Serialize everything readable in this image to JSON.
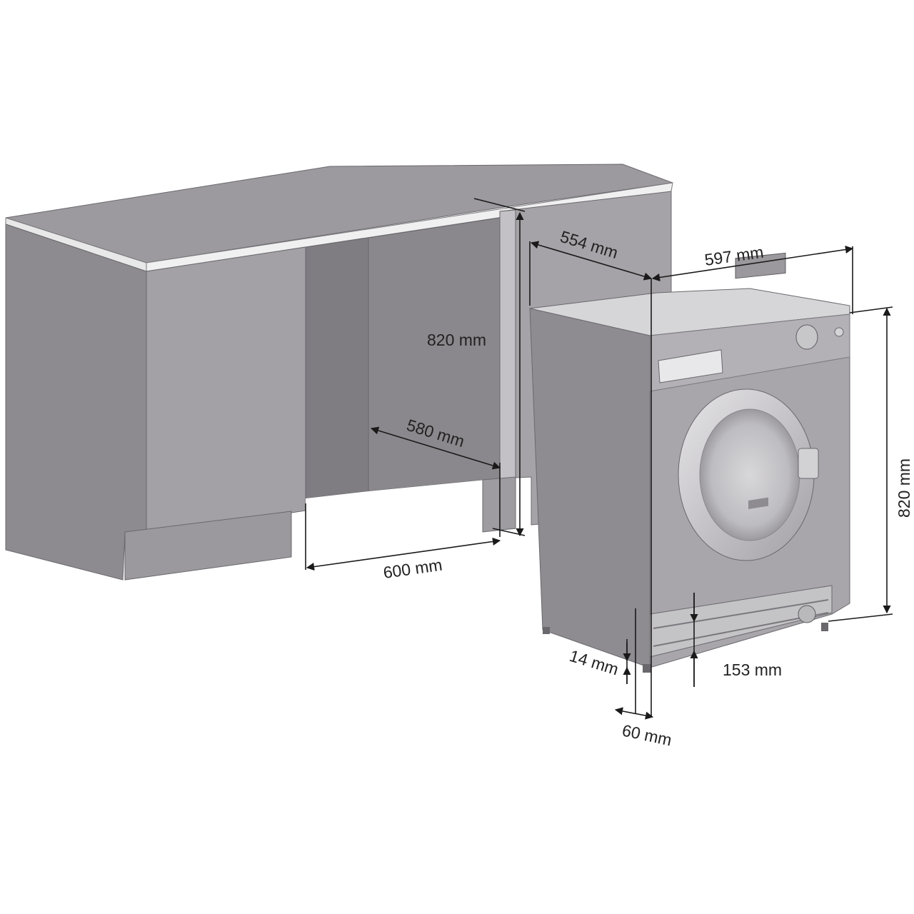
{
  "dimensions": {
    "niche_height": "820 mm",
    "niche_depth": "580 mm",
    "niche_width": "600 mm",
    "machine_depth": "554 mm",
    "machine_width": "597 mm",
    "machine_height": "820 mm",
    "plinth_offset": "14 mm",
    "plinth_height": "153 mm",
    "plinth_depth": "60 mm"
  },
  "colors": {
    "cabinet_light": "#a4a2a6",
    "cabinet_mid": "#8f8d92",
    "cabinet_dark": "#79777c",
    "machine": "#9a989c",
    "outline": "#1a1a1a"
  }
}
